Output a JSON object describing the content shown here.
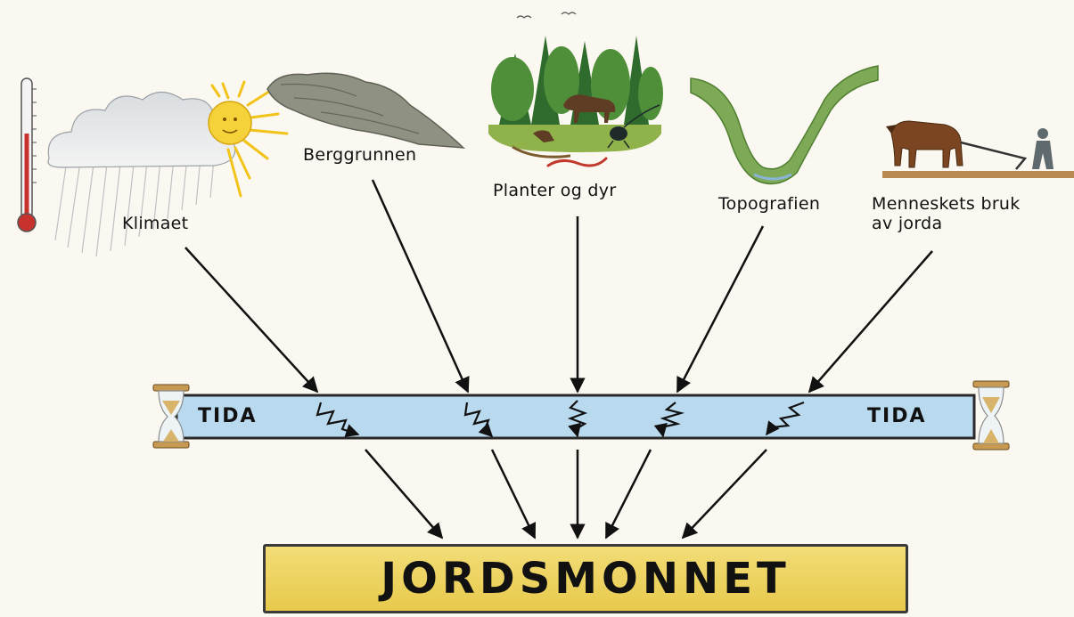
{
  "labels": {
    "klimaet": "Klimaet",
    "berggrunnen": "Berggrunnen",
    "planter_og_dyr": "Planter og dyr",
    "topografien": "Topografien",
    "menneskets_bruk": "Menneskets bruk\nav jorda"
  },
  "time_band": {
    "left_label": "TIDA",
    "right_label": "TIDA"
  },
  "result": {
    "label": "JORDSMONNET"
  },
  "colors": {
    "time_band": "#b9d9ee",
    "result_box": "#ecd05a",
    "arrows": "#111111"
  }
}
